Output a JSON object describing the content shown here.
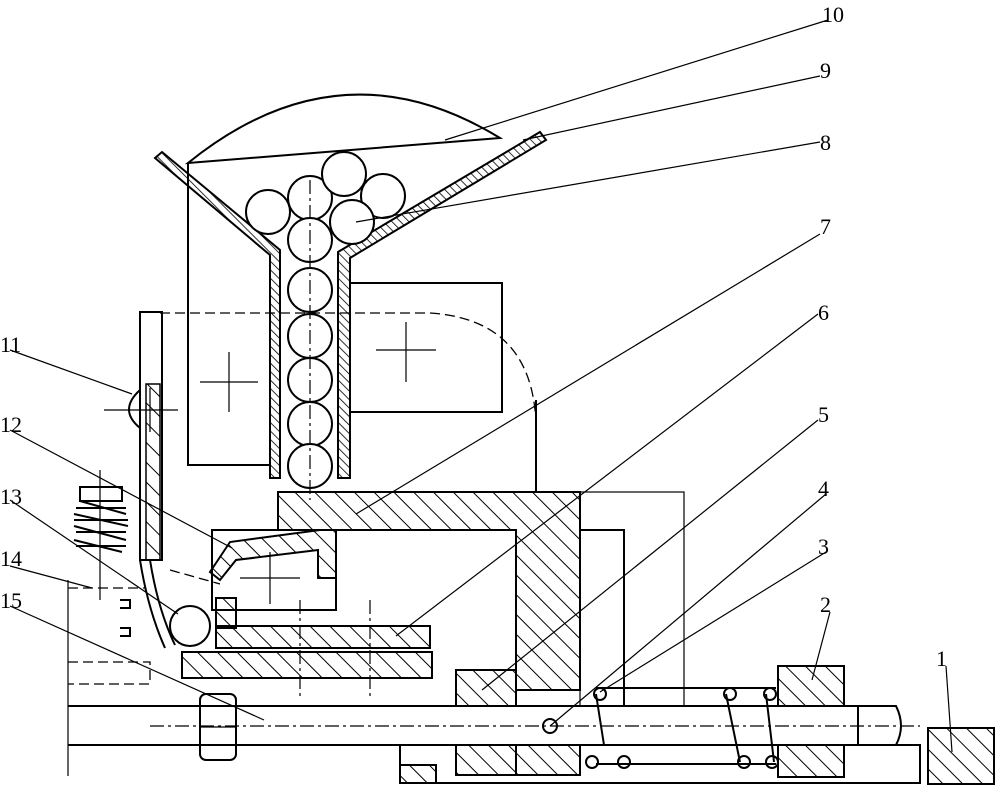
{
  "figure": {
    "callouts": [
      {
        "id": "c10",
        "label": "10"
      },
      {
        "id": "c9",
        "label": "9"
      },
      {
        "id": "c8",
        "label": "8"
      },
      {
        "id": "c7",
        "label": "7"
      },
      {
        "id": "c6",
        "label": "6"
      },
      {
        "id": "c5",
        "label": "5"
      },
      {
        "id": "c4",
        "label": "4"
      },
      {
        "id": "c3",
        "label": "3"
      },
      {
        "id": "c2",
        "label": "2"
      },
      {
        "id": "c1",
        "label": "1"
      },
      {
        "id": "c11",
        "label": "11"
      },
      {
        "id": "c12",
        "label": "12"
      },
      {
        "id": "c13",
        "label": "13"
      },
      {
        "id": "c14",
        "label": "14"
      },
      {
        "id": "c15",
        "label": "15"
      }
    ],
    "line_color": "#000000",
    "background": "#ffffff"
  }
}
